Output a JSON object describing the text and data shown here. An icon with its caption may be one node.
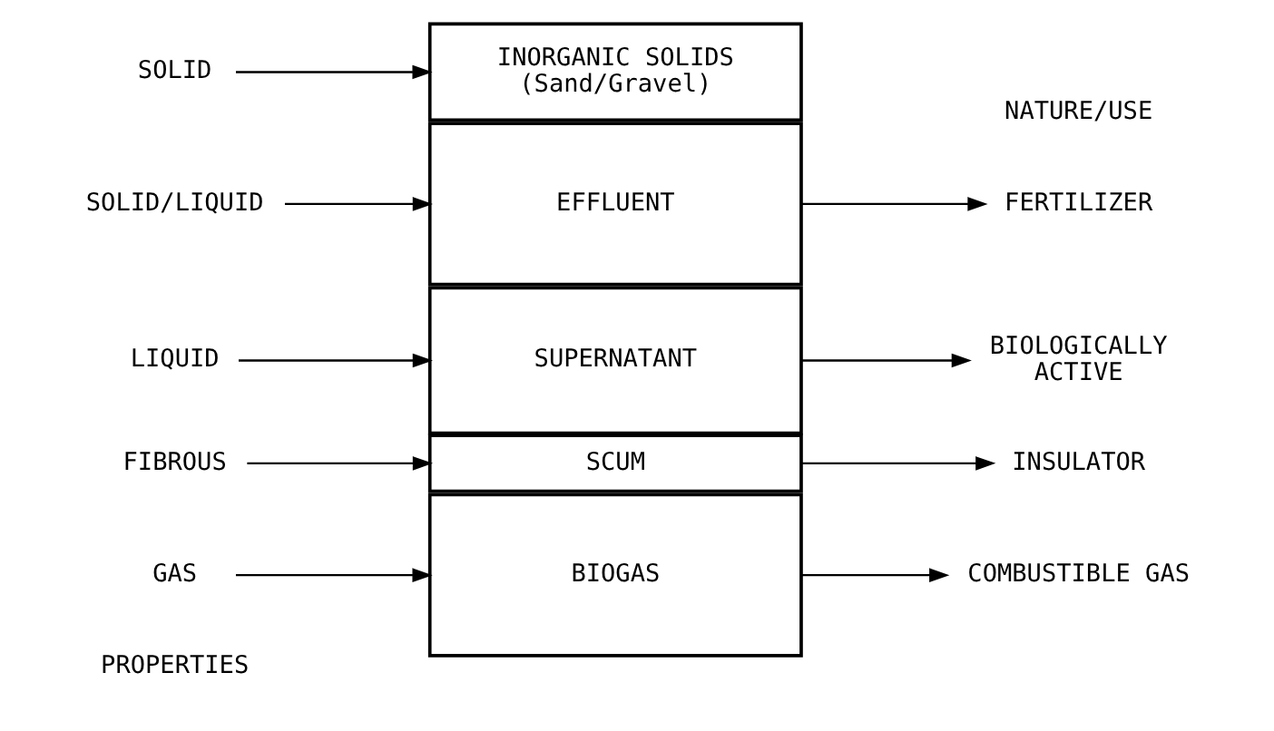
{
  "diagram": {
    "nodes": [
      {
        "text": [
          "GAS"
        ]
      },
      {
        "text": [
          "BIOGAS"
        ]
      },
      {
        "text": [
          "COMBUSTIBLE GAS"
        ]
      },
      {
        "text": [
          "FIBROUS"
        ]
      },
      {
        "text": [
          "SCUM"
        ]
      },
      {
        "text": [
          "INSULATOR"
        ]
      },
      {
        "text": [
          "LIQUID"
        ]
      },
      {
        "text": [
          "SUPERNATANT"
        ]
      },
      {
        "text": [
          "BIOLOGICALLY ACTIVE"
        ]
      },
      {
        "text": [
          "SOLID/LIQUID"
        ]
      },
      {
        "text": [
          "EFFLUENT"
        ]
      },
      {
        "text": [
          "FERTILIZER"
        ]
      },
      {
        "text": [
          "SOLID"
        ]
      },
      {
        "text": [
          "INORGANIC SOLIDS (Sand/Gravel)"
        ]
      }
    ],
    "edges": [
      {
        "from": 0,
        "to": 1,
        "arrow": "to"
      },
      {
        "from": 1,
        "to": 2,
        "arrow": "to"
      },
      {
        "from": 3,
        "to": 4,
        "arrow": "to"
      },
      {
        "from": 4,
        "to": 5,
        "arrow": "to"
      },
      {
        "from": 6,
        "to": 7,
        "arrow": "to"
      },
      {
        "from": 7,
        "to": 8,
        "arrow": "to"
      },
      {
        "from": 9,
        "to": 10,
        "arrow": "to"
      },
      {
        "from": 10,
        "to": 11,
        "arrow": "to"
      },
      {
        "from": 12,
        "to": 13,
        "arrow": "to"
      }
    ],
    "labels": [
      "PROPERTIES",
      "NATURE/USE"
    ]
  }
}
